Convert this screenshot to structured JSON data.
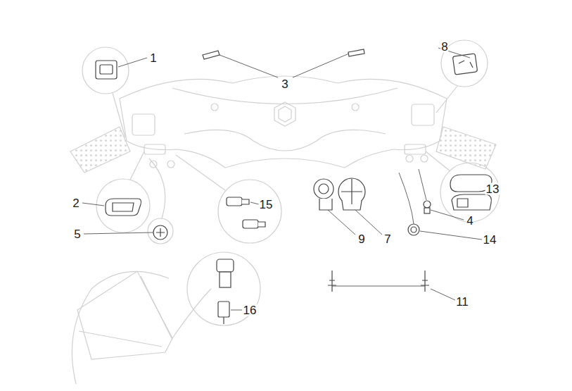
{
  "diagram": {
    "labels": [
      "8",
      "1",
      "3",
      "13",
      "2",
      "15",
      "4",
      "5",
      "9",
      "7",
      "14",
      "11",
      "16"
    ]
  }
}
